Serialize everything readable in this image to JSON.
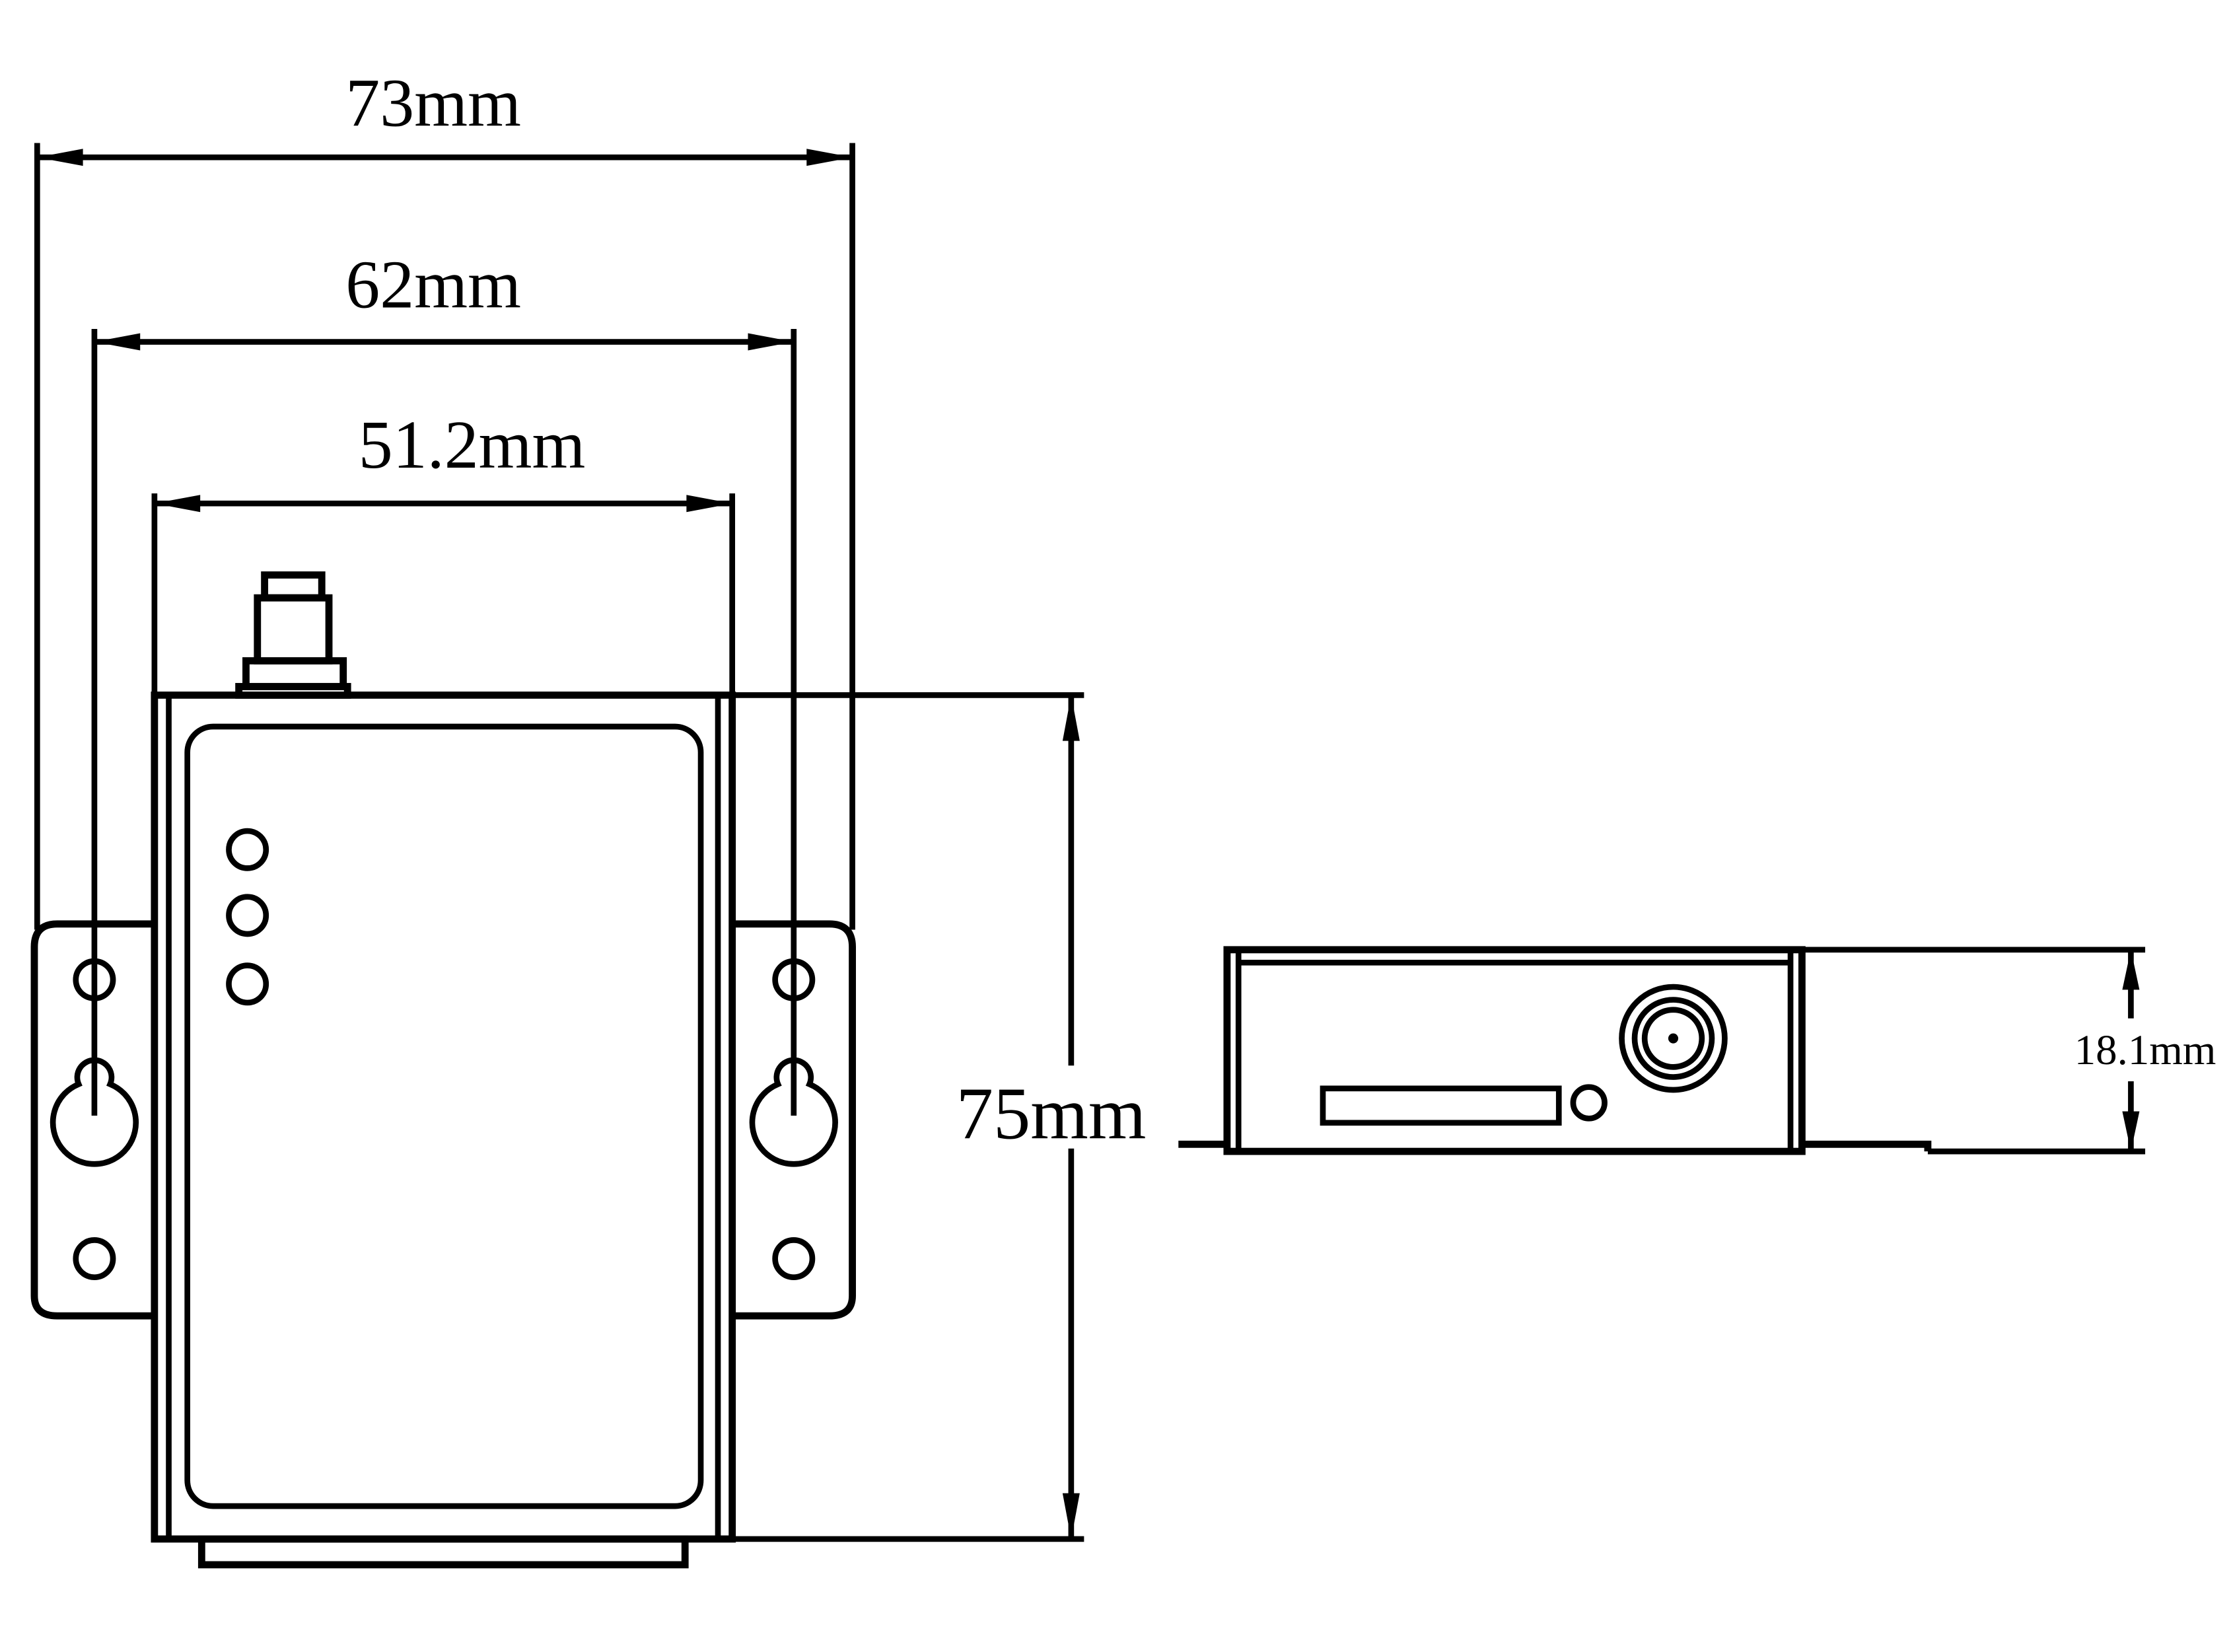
{
  "dimensions": {
    "overall_width": "73mm",
    "hole_spacing": "62mm",
    "body_width": "51.2mm",
    "height": "75mm",
    "thickness": "18.1mm"
  },
  "colors": {
    "line": "#000000",
    "background": "#ffffff"
  }
}
